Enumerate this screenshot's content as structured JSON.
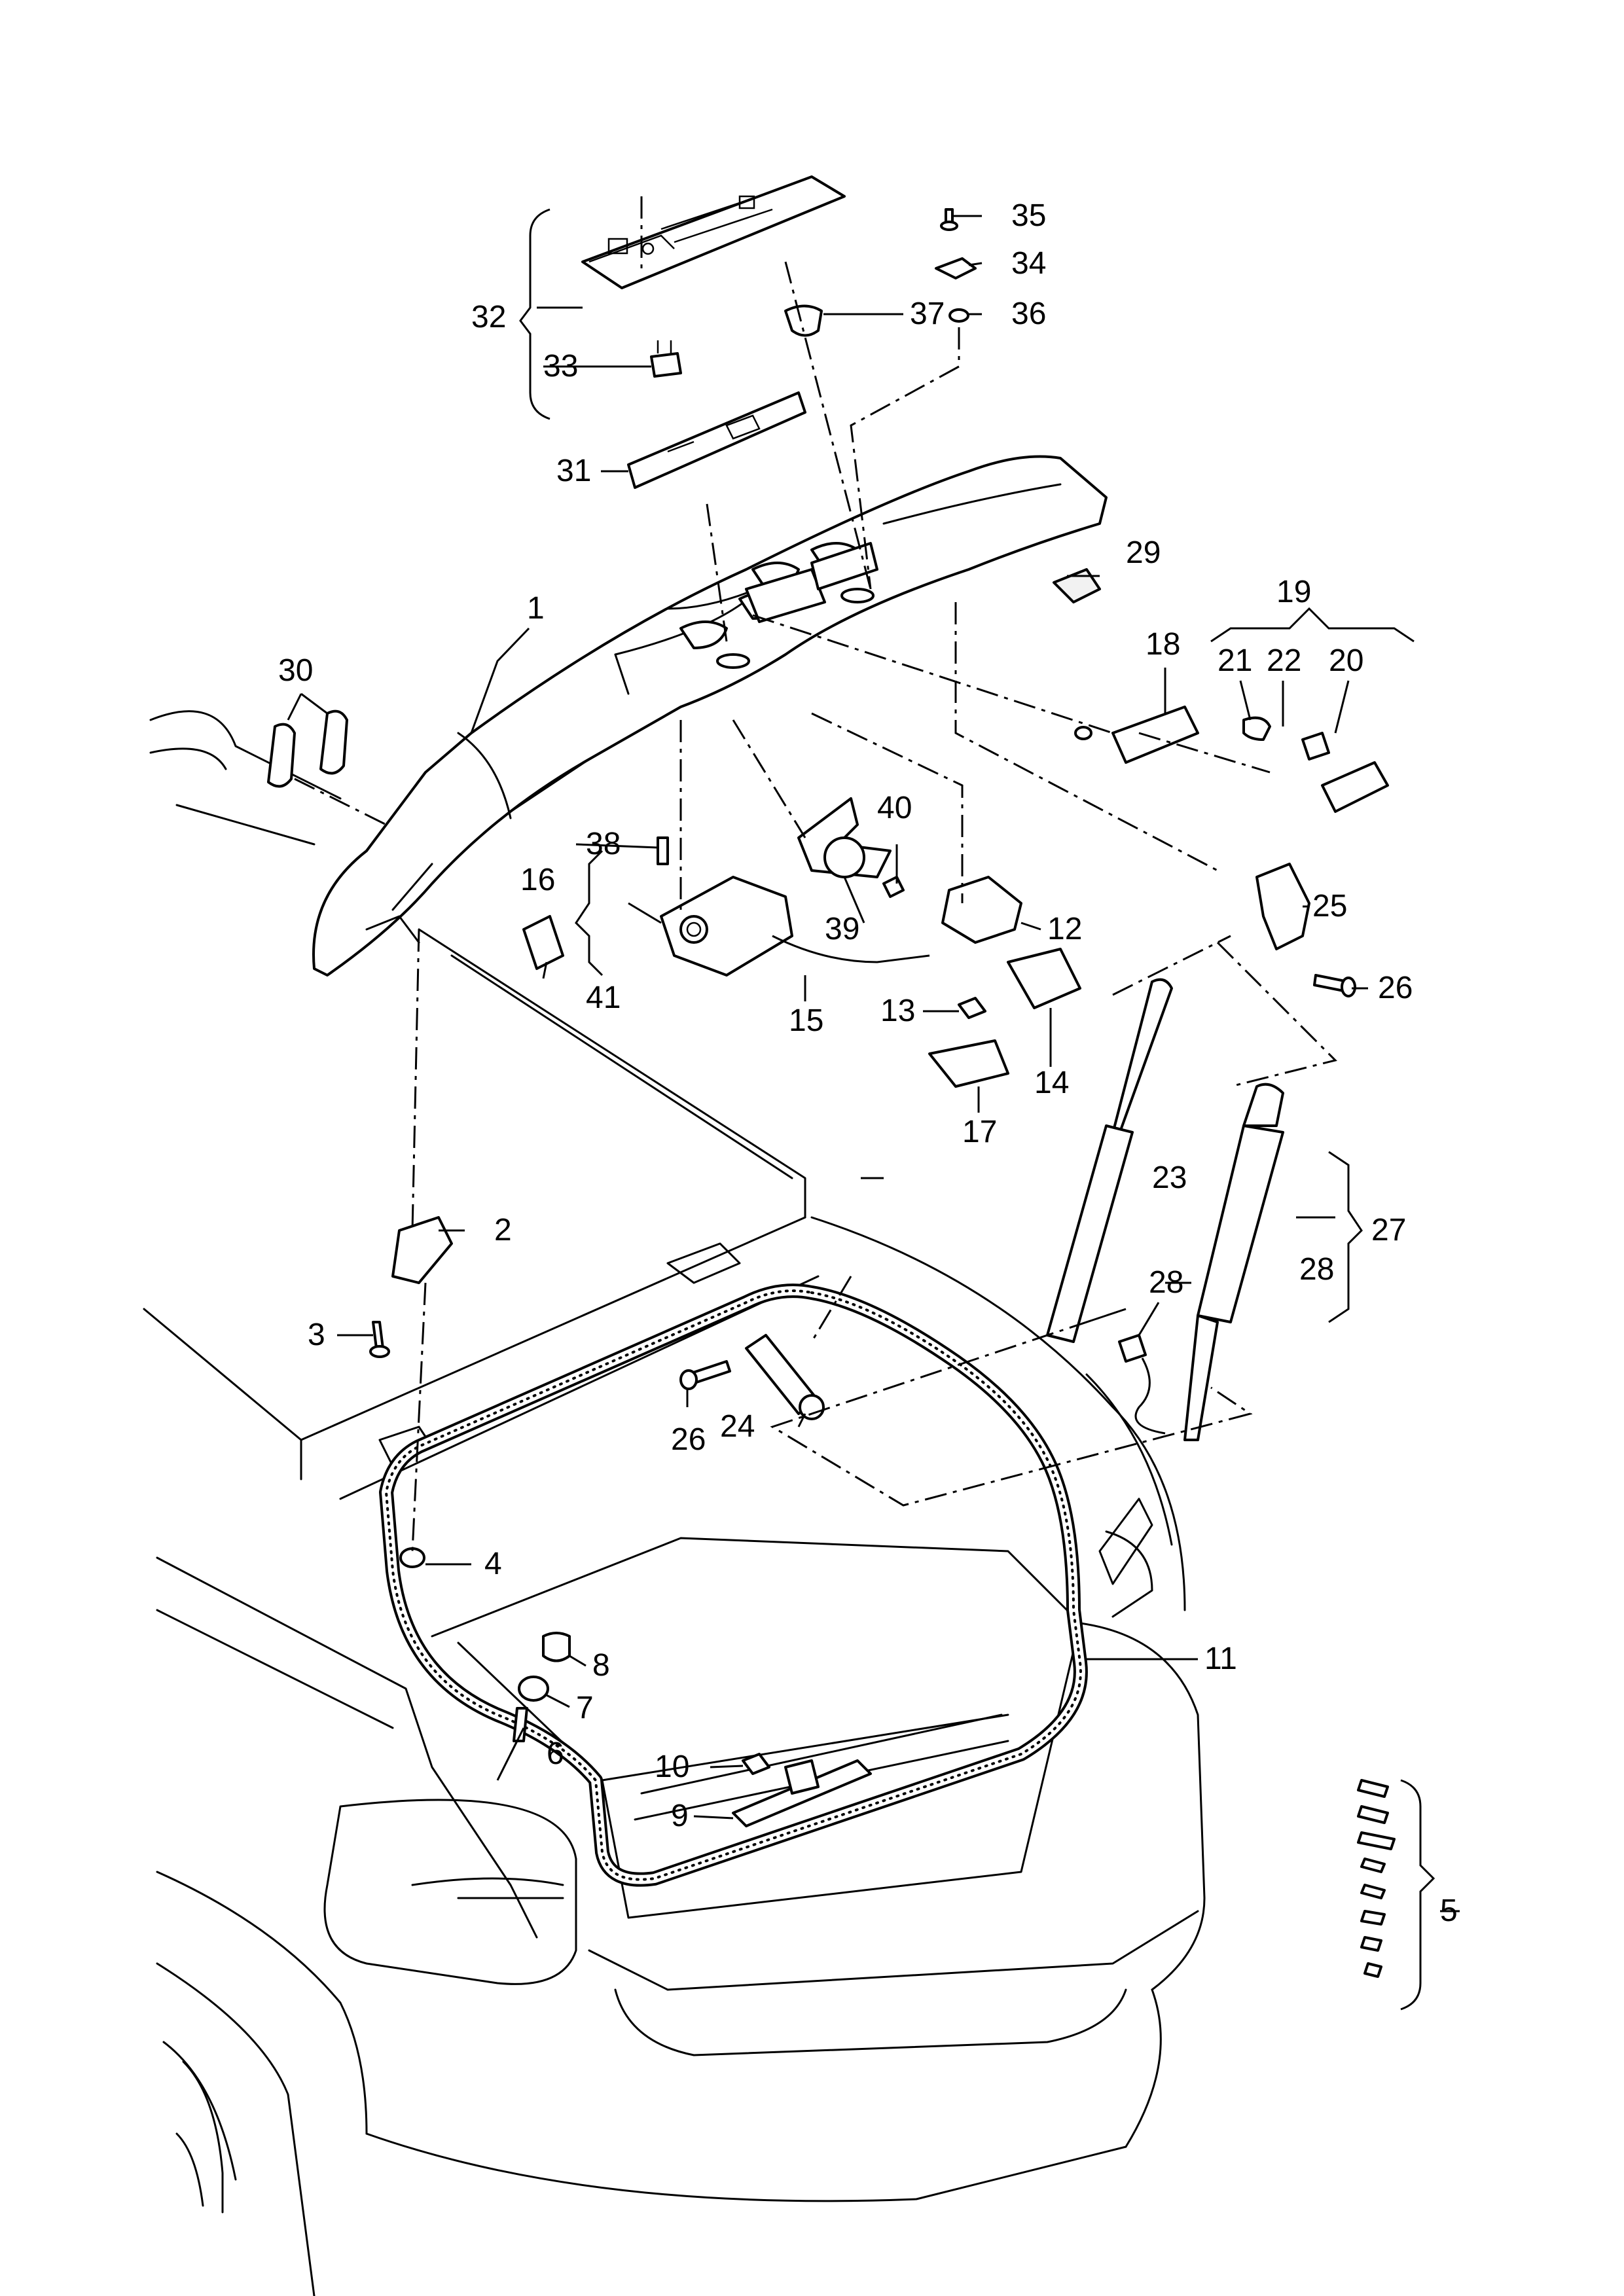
{
  "diagram": {
    "callouts": [
      {
        "id": "c1",
        "text": "1"
      },
      {
        "id": "c2",
        "text": "2"
      },
      {
        "id": "c3",
        "text": "3"
      },
      {
        "id": "c4",
        "text": "4"
      },
      {
        "id": "c5",
        "text": "5"
      },
      {
        "id": "c6",
        "text": "6"
      },
      {
        "id": "c7",
        "text": "7"
      },
      {
        "id": "c8",
        "text": "8"
      },
      {
        "id": "c9",
        "text": "9"
      },
      {
        "id": "c10",
        "text": "10"
      },
      {
        "id": "c11",
        "text": "11"
      },
      {
        "id": "c12",
        "text": "12"
      },
      {
        "id": "c13",
        "text": "13"
      },
      {
        "id": "c14",
        "text": "14"
      },
      {
        "id": "c15",
        "text": "15"
      },
      {
        "id": "c16",
        "text": "16"
      },
      {
        "id": "c17",
        "text": "17"
      },
      {
        "id": "c18",
        "text": "18"
      },
      {
        "id": "c19",
        "text": "19"
      },
      {
        "id": "c20",
        "text": "20"
      },
      {
        "id": "c21",
        "text": "21"
      },
      {
        "id": "c22",
        "text": "22"
      },
      {
        "id": "c23",
        "text": "23"
      },
      {
        "id": "c24",
        "text": "24"
      },
      {
        "id": "c25",
        "text": "25"
      },
      {
        "id": "c26a",
        "text": "26"
      },
      {
        "id": "c26b",
        "text": "26"
      },
      {
        "id": "c27",
        "text": "27"
      },
      {
        "id": "c28a",
        "text": "28"
      },
      {
        "id": "c28b",
        "text": "28"
      },
      {
        "id": "c29",
        "text": "29"
      },
      {
        "id": "c30",
        "text": "30"
      },
      {
        "id": "c31",
        "text": "31"
      },
      {
        "id": "c32",
        "text": "32"
      },
      {
        "id": "c33",
        "text": "33"
      },
      {
        "id": "c34",
        "text": "34"
      },
      {
        "id": "c35",
        "text": "35"
      },
      {
        "id": "c36",
        "text": "36"
      },
      {
        "id": "c37",
        "text": "37"
      },
      {
        "id": "c38",
        "text": "38"
      },
      {
        "id": "c39",
        "text": "39"
      },
      {
        "id": "c40",
        "text": "40"
      },
      {
        "id": "c41",
        "text": "41"
      }
    ]
  }
}
